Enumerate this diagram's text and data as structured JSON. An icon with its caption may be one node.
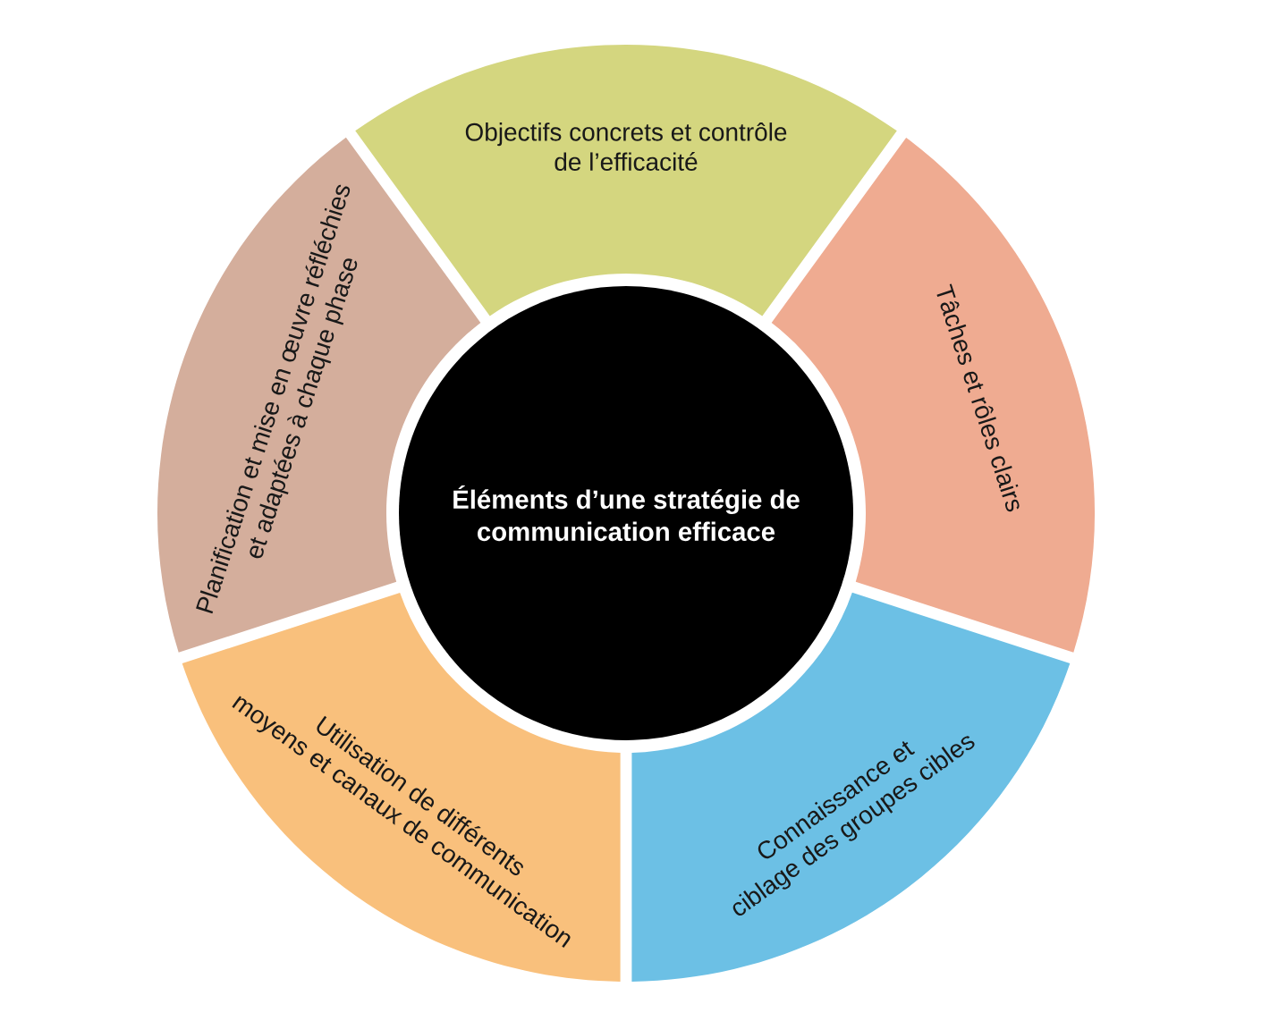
{
  "diagram": {
    "nodes": [
      {
        "text": [
          "Éléments d’une stratégie de communication efficace"
        ]
      },
      {
        "text": [
          "Objectifs concrets et contrôle de l’efficacité"
        ]
      },
      {
        "text": [
          "Tâches et rôles clairs"
        ]
      },
      {
        "text": [
          "Connaissance et ciblage des groupes cibles"
        ]
      },
      {
        "text": [
          "Utilisation de différents moyens et canaux de communication"
        ]
      },
      {
        "text": [
          "Planification et mise en œuvre réfléchies et adaptées à chaque phase"
        ]
      }
    ]
  }
}
